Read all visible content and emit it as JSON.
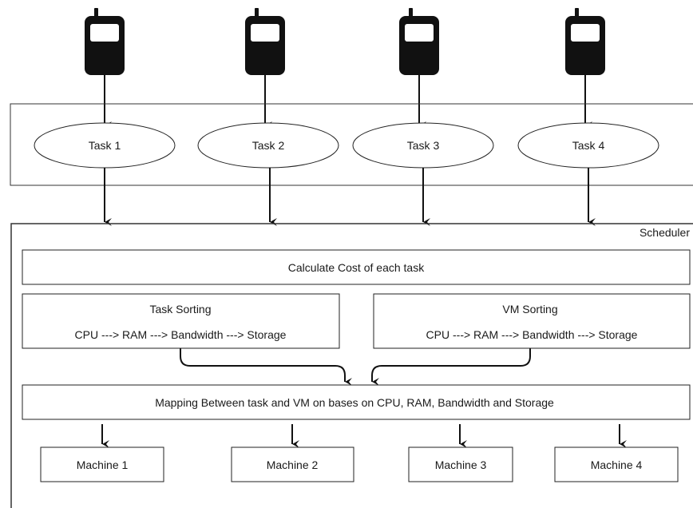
{
  "tasks": [
    "Task 1",
    "Task 2",
    "Task 3",
    "Task 4"
  ],
  "scheduler_label": "Scheduler",
  "cost_label": "Calculate Cost of each task",
  "task_sorting": {
    "title": "Task Sorting",
    "order": "CPU ---> RAM ---> Bandwidth ---> Storage"
  },
  "vm_sorting": {
    "title": "VM Sorting",
    "order": "CPU ---> RAM ---> Bandwidth ---> Storage"
  },
  "mapping_label": "Mapping Between task and VM on bases on CPU, RAM, Bandwidth and Storage",
  "machines": [
    "Machine 1",
    "Machine 2",
    "Machine 3",
    "Machine 4"
  ],
  "icons": {
    "device": "mobile-phone-icon"
  }
}
